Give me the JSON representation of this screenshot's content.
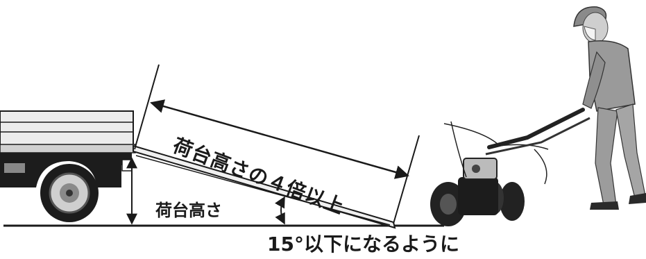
{
  "labels": {
    "ramp_length": "荷台高さの４倍以上",
    "bed_height": "荷台高さ",
    "angle_limit": "15°以下になるように"
  },
  "colors": {
    "line": "#1a1a1a",
    "truck_body": "#1c1c1c",
    "truck_cargo": "#e6e6e6",
    "ramp_fill": "#f0f0f0",
    "worker_clothing": "#9a9a9a",
    "machine_body": "#222222",
    "background": "#ffffff"
  },
  "icons": [
    "truck-illustration",
    "loading-ramp",
    "walk-behind-tiller-machine",
    "worker-person"
  ]
}
